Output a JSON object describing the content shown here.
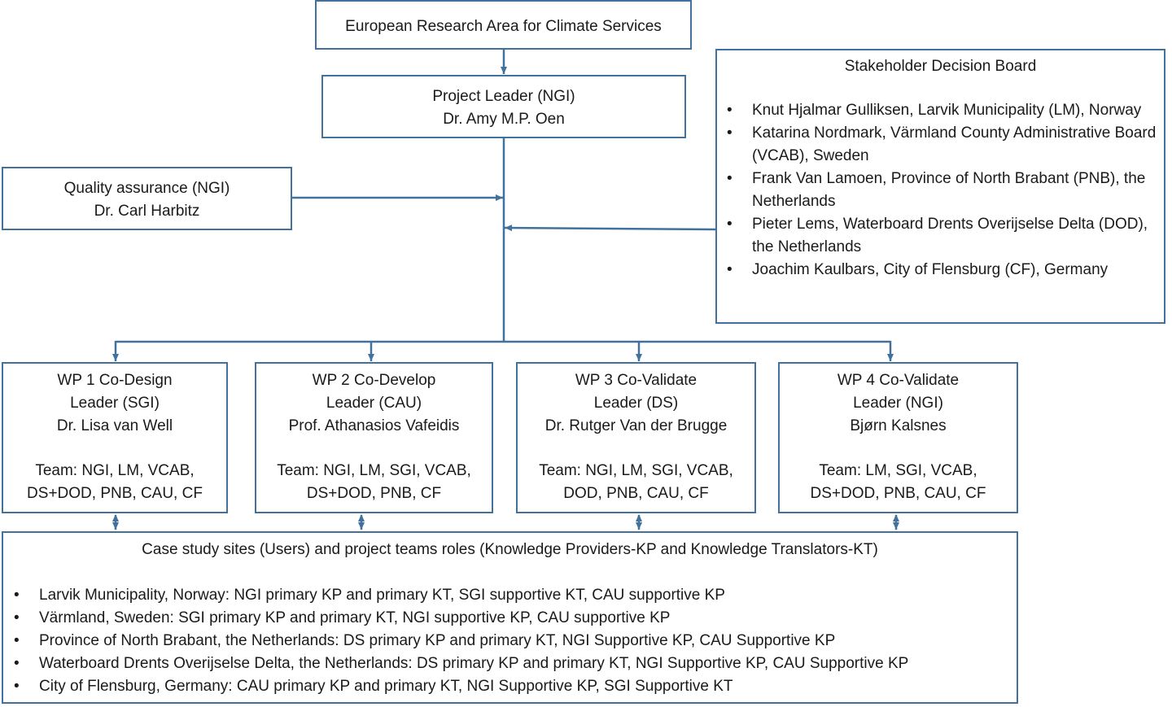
{
  "era": {
    "label": "European Research Area for Climate Services"
  },
  "project_leader": {
    "line1": "Project Leader (NGI)",
    "line2": "Dr. Amy M.P. Oen"
  },
  "quality_assurance": {
    "line1": "Quality assurance (NGI)",
    "line2": "Dr. Carl Harbitz"
  },
  "stakeholder_board": {
    "title": "Stakeholder Decision Board",
    "items": [
      "Knut Hjalmar Gulliksen, Larvik Municipality (LM), Norway",
      "Katarina Nordmark, Värmland County Administrative Board (VCAB), Sweden",
      "Frank Van Lamoen, Province of North Brabant (PNB), the Netherlands",
      "Pieter Lems, Waterboard Drents Overijselse Delta (DOD), the Netherlands",
      "Joachim Kaulbars, City of Flensburg (CF), Germany"
    ]
  },
  "work_packages": [
    {
      "name": "WP 1 Co-Design",
      "leader": "Leader (SGI)",
      "person": "Dr. Lisa van Well",
      "team1": "Team: NGI, LM, VCAB,",
      "team2": "DS+DOD, PNB, CAU, CF"
    },
    {
      "name": "WP 2 Co-Develop",
      "leader": "Leader (CAU)",
      "person": "Prof. Athanasios Vafeidis",
      "team1": "Team: NGI, LM, SGI, VCAB,",
      "team2": "DS+DOD, PNB, CF"
    },
    {
      "name": "WP 3 Co-Validate",
      "leader": "Leader (DS)",
      "person": "Dr. Rutger Van der Brugge",
      "team1": "Team: NGI, LM, SGI, VCAB,",
      "team2": "DOD, PNB, CAU, CF"
    },
    {
      "name": "WP 4 Co-Validate",
      "leader": "Leader (NGI)",
      "person": "Bjørn Kalsnes",
      "team1": "Team: LM, SGI, VCAB,",
      "team2": "DS+DOD, PNB, CAU, CF"
    }
  ],
  "case_studies": {
    "title": "Case study sites (Users) and project teams roles (Knowledge Providers-KP and Knowledge Translators-KT)",
    "items": [
      "Larvik Municipality, Norway:  NGI primary KP and primary KT, SGI supportive KT, CAU supportive KP",
      "Värmland, Sweden:  SGI primary KP and primary KT, NGI supportive KP, CAU supportive KP",
      "Province of North Brabant, the Netherlands:  DS primary KP and primary KT, NGI Supportive KP, CAU Supportive KP",
      "Waterboard Drents Overijselse Delta, the Netherlands: DS primary KP and primary KT, NGI Supportive KP, CAU Supportive KP",
      "City of Flensburg, Germany:  CAU primary KP and primary KT, NGI Supportive KP, SGI Supportive KT"
    ]
  },
  "colors": {
    "border": "#41719c",
    "text": "#1a1a1a",
    "background": "#ffffff"
  }
}
